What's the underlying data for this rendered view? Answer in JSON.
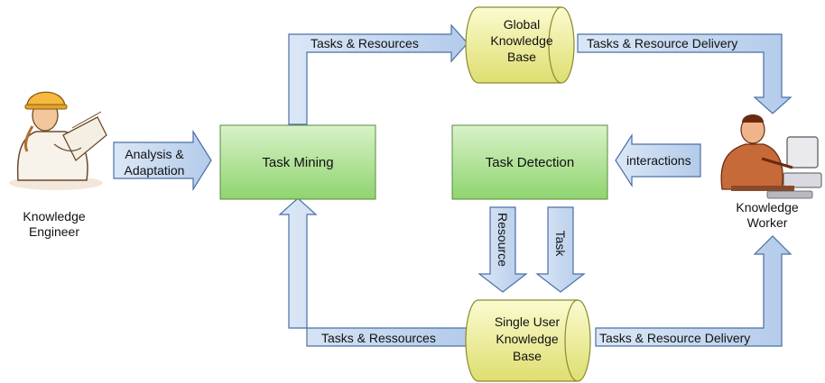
{
  "nodes": {
    "task_mining": "Task Mining",
    "task_detection": "Task Detection",
    "global_kb": [
      "Global",
      "Knowledge",
      "Base"
    ],
    "single_kb": [
      "Single User",
      "Knowledge",
      "Base"
    ]
  },
  "actors": {
    "engineer": [
      "Knowledge",
      "Engineer"
    ],
    "worker": [
      "Knowledge",
      "Worker"
    ]
  },
  "edges": {
    "analysis": [
      "Analysis &",
      "Adaptation"
    ],
    "tasks_resources_top": "Tasks & Resources",
    "delivery_top": "Tasks & Resource Delivery",
    "interactions": "interactions",
    "resource": "Resource",
    "task": "Task",
    "tasks_ressources_bottom": "Tasks & Ressources",
    "delivery_bottom": "Tasks & Resource Delivery"
  },
  "colors": {
    "arrow_fill": "#c6d9f1",
    "arrow_stroke": "#4a6fa5",
    "box_fill": "#b9e6a3",
    "cylinder_fill": "#f0f0a0"
  }
}
